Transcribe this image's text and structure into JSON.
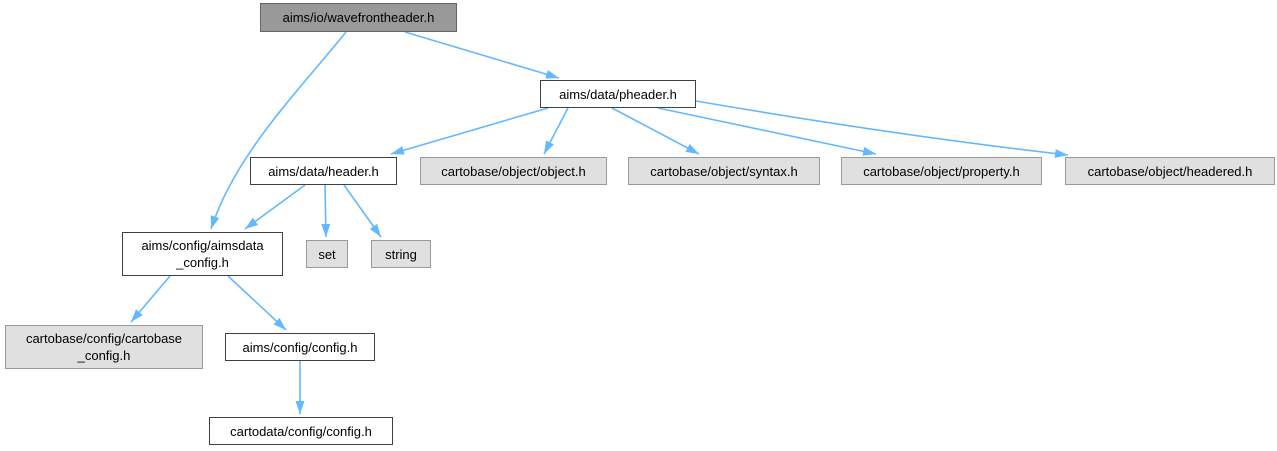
{
  "diagram": {
    "kind": "include-dependency-graph",
    "colors": {
      "background": "#ffffff",
      "edge": "#63b8ff",
      "current_fill": "#999999",
      "current_border": "#666666",
      "linked_fill": "#ffffff",
      "linked_border": "#404040",
      "plain_fill": "#e0e0e0",
      "plain_border": "#999999",
      "text": "#000000"
    },
    "nodes": [
      {
        "id": "wavefrontheader",
        "label": "aims/io/wavefrontheader.h",
        "style": "current"
      },
      {
        "id": "pheader",
        "label": "aims/data/pheader.h",
        "style": "linked"
      },
      {
        "id": "header",
        "label": "aims/data/header.h",
        "style": "linked"
      },
      {
        "id": "object",
        "label": "cartobase/object/object.h",
        "style": "plain"
      },
      {
        "id": "syntax",
        "label": "cartobase/object/syntax.h",
        "style": "plain"
      },
      {
        "id": "property",
        "label": "cartobase/object/property.h",
        "style": "plain"
      },
      {
        "id": "headered",
        "label": "cartobase/object/headered.h",
        "style": "plain"
      },
      {
        "id": "aimsdata-config",
        "label": "aims/config/aimsdata\n_config.h",
        "style": "linked"
      },
      {
        "id": "set",
        "label": "set",
        "style": "plain"
      },
      {
        "id": "string",
        "label": "string",
        "style": "plain"
      },
      {
        "id": "cartobase-config",
        "label": "cartobase/config/cartobase\n_config.h",
        "style": "plain"
      },
      {
        "id": "aims-config",
        "label": "aims/config/config.h",
        "style": "linked"
      },
      {
        "id": "cartodata-config",
        "label": "cartodata/config/config.h",
        "style": "linked"
      }
    ],
    "edges": [
      {
        "from": "wavefrontheader",
        "to": "pheader"
      },
      {
        "from": "wavefrontheader",
        "to": "aimsdata-config"
      },
      {
        "from": "pheader",
        "to": "header"
      },
      {
        "from": "pheader",
        "to": "object"
      },
      {
        "from": "pheader",
        "to": "syntax"
      },
      {
        "from": "pheader",
        "to": "property"
      },
      {
        "from": "pheader",
        "to": "headered"
      },
      {
        "from": "header",
        "to": "aimsdata-config"
      },
      {
        "from": "header",
        "to": "set"
      },
      {
        "from": "header",
        "to": "string"
      },
      {
        "from": "aimsdata-config",
        "to": "cartobase-config"
      },
      {
        "from": "aimsdata-config",
        "to": "aims-config"
      },
      {
        "from": "aims-config",
        "to": "cartodata-config"
      }
    ]
  }
}
